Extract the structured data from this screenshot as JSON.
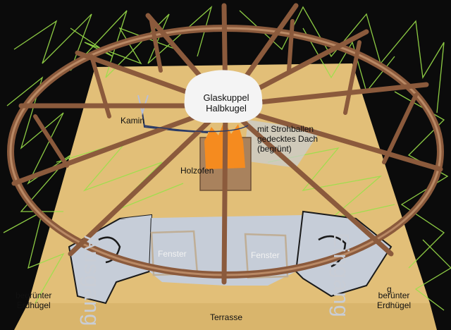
{
  "labels": {
    "dome": "Glaskuppel\nHalbkugel",
    "chimney": "Kamin",
    "roof": "mit Strohballen\ngedecktes Dach\n(begrünt)",
    "stove": "Holzofen",
    "window_left": "Fenster",
    "window_right": "Fenster",
    "exit": "Ausgang",
    "entrance": "Eingang",
    "hill_left": "begrünter\nErdhügel",
    "hill_right": "berünter\nErdhügel",
    "terrace": "Terrasse",
    "g_mark": "g"
  },
  "colors": {
    "board": "#e2bf78",
    "wood": "#8b5a3c",
    "grass": "#9be04a",
    "dome": "#f4f4f4",
    "fire": "#f58b1f",
    "stove_box": "#a9825d",
    "wall_fill": "#c6cdd8",
    "background": "#0b0b0b"
  }
}
